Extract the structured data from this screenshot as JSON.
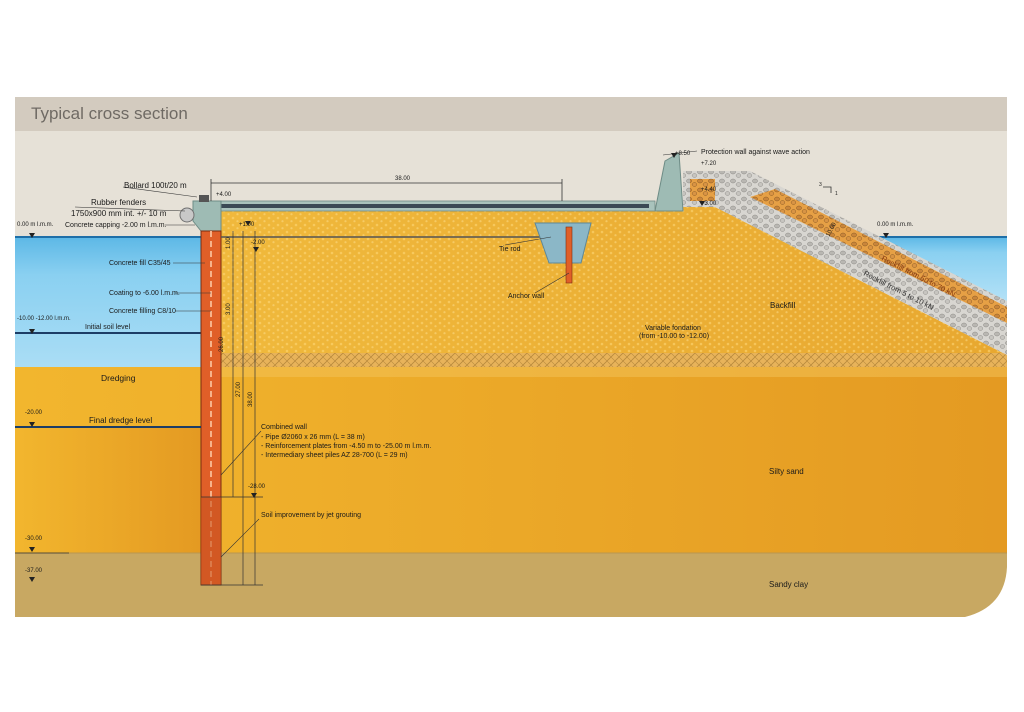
{
  "title": "Typical cross section",
  "colors": {
    "header": "#d3cbbf",
    "sky": "#e5e0d6",
    "water": "#6fc0ea",
    "backfill": "#efb43a",
    "silty_sand": "#ec9f22",
    "sandy_clay": "#c9aa62",
    "wall": "#e0622a",
    "concrete": "#9fbab4",
    "rock": "#cfcfcf"
  },
  "labels": {
    "bollard": "Bollard 100t/20 m",
    "fenders": "Rubber fenders",
    "fenders_size": "1750x900 mm int. +/- 10 m",
    "capping": "Concrete capping -2.00 m l.m.m.",
    "concrete_fill": "Concrete fill C35/45",
    "coating": "Coating to -6.00 l.m.m.",
    "concrete_filling": "Concrete filling C8/10",
    "initial_soil": "Initial soil level",
    "dredging": "Dredging",
    "final_dredge": "Final dredge level",
    "tie_rod": "Tie rod",
    "anchor_wall": "Anchor wall",
    "backfill": "Backfill",
    "variable_foundation": "Variable fondation",
    "variable_foundation_range": "(from -10.00 to -12.00)",
    "protection_wall": "Protection wall against wave action",
    "rockfill_1": "Rockfill from 50 to 70 kN",
    "rockfill_2": "Rockfill from 5 to 10 kN",
    "silty_sand": "Silty sand",
    "sandy_clay": "Sandy clay",
    "combined_wall": "Combined wall",
    "pipe": "- Pipe Ø2060 x 26 mm (L = 38 m)",
    "plates": "- Reinforcement plates from -4.50 m to -25.00 m l.m.m.",
    "sheet_piles": "- Intermediary sheet piles AZ 28-700 (L = 29 m)",
    "jet_grouting": "Soil improvement by jet grouting",
    "slope_v": "3",
    "slope_h": "1"
  },
  "levels": {
    "water_left": "0.00 m l.m.m.",
    "water_right": "0.00 m l.m.m.",
    "initial": "-10.00 -12.00 l.m.m.",
    "final": "-20.00",
    "l30": "-30.00",
    "l37": "-37.00",
    "deck": "+4.00",
    "top_fill": "+1.00",
    "cap_bottom": "-2.00",
    "l28": "-28.00",
    "crest": "+8.50",
    "crest2": "+7.20",
    "l440": "+4.40",
    "l300": "+3.00"
  },
  "dimensions": {
    "span": "38.00",
    "d100": "1.00",
    "d300": "3.00",
    "d2600": "26.00",
    "d2700": "27.00",
    "d3800": "38.00",
    "d1000": "10.00"
  }
}
